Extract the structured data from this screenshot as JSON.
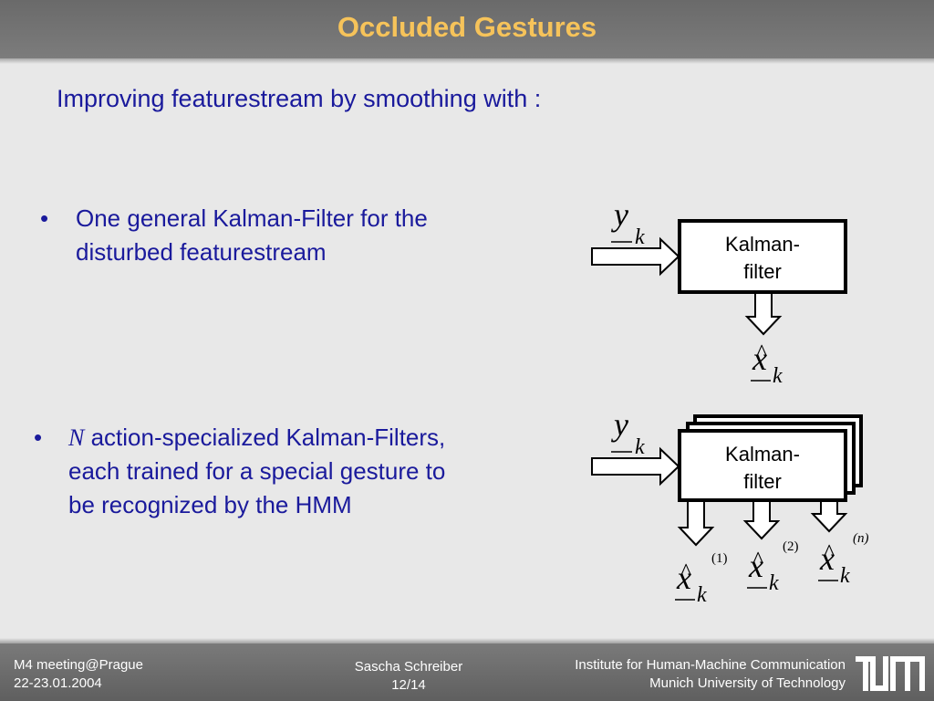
{
  "header": {
    "title": "Occluded Gestures"
  },
  "intro": "Improving featurestream by smoothing with :",
  "bullets": [
    {
      "marker": "•",
      "text_line1": "One general Kalman-Filter for the",
      "text_line2": "disturbed featurestream"
    },
    {
      "marker": "•",
      "prefix": "N",
      "text_line1": " action-specialized Kalman-Filters,",
      "text_line2": "each trained for a special gesture to",
      "text_line3": "be recognized by the HMM"
    }
  ],
  "diagram": {
    "box_label_line1": "Kalman-",
    "box_label_line2": "filter",
    "input_symbol": "y",
    "subscript": "k",
    "output_symbol": "x",
    "hat": "^",
    "superscripts": [
      "(1)",
      "(2)",
      "(n)"
    ]
  },
  "footer": {
    "left_line1": "M4 meeting@Prague",
    "left_line2": "22-23.01.2004",
    "center_line1": "Sascha Schreiber",
    "center_line2": "12/14",
    "right_line1": "Institute for Human-Machine Communication",
    "right_line2": "Munich University of Technology",
    "logo_text": "TUM"
  },
  "colors": {
    "title": "#f6c35a",
    "body_text": "#1a1a9c",
    "background": "#e8e8e8",
    "bar": "#707070"
  }
}
